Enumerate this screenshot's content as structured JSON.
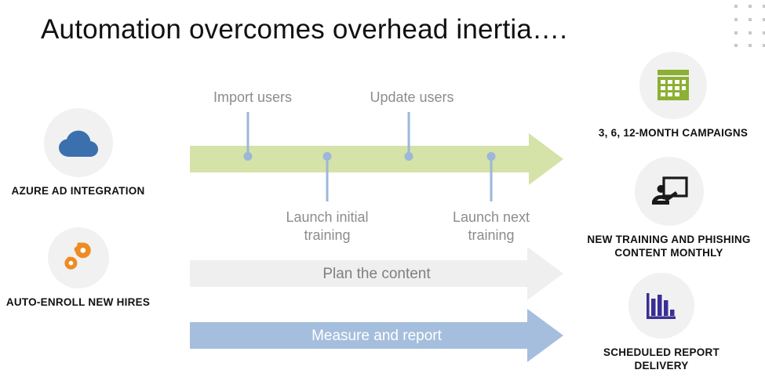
{
  "slide": {
    "title": "Automation overcomes overhead inertia…."
  },
  "decor": {
    "dot_grid": {
      "name": "dot-grid",
      "color": "#c8c8c8",
      "cols": 3,
      "rows": 4
    }
  },
  "left_features": [
    {
      "id": "azure",
      "icon": "cloud-icon",
      "icon_color": "#3b6fae",
      "circle_color": "#f1f1f1",
      "caption": "AZURE AD INTEGRATION"
    },
    {
      "id": "autoenroll",
      "icon": "gears-icon",
      "icon_color": "#ef8b23",
      "circle_color": "#f1f1f1",
      "caption": "AUTO-ENROLL NEW HIRES"
    }
  ],
  "right_features": [
    {
      "id": "campaigns",
      "icon": "calendar-icon",
      "icon_color": "#8cb033",
      "circle_color": "#f1f1f1",
      "caption": "3, 6, 12-MONTH CAMPAIGNS"
    },
    {
      "id": "training",
      "icon": "presentation-board-icon",
      "icon_color": "#1a1a1a",
      "circle_color": "#f1f1f1",
      "caption": "NEW TRAINING AND PHISHING\nCONTENT MONTHLY"
    },
    {
      "id": "reports",
      "icon": "bar-chart-icon",
      "icon_color": "#3b2f96",
      "circle_color": "#f1f1f1",
      "caption": "SCHEDULED REPORT\nDELIVERY"
    }
  ],
  "timeline": {
    "arrows": [
      {
        "id": "green",
        "label": "",
        "fill": "#d5e2a8",
        "text_color": "#7f7f7f"
      },
      {
        "id": "gray",
        "label": "Plan the content",
        "fill": "#efefef",
        "text_color": "#7f7f7f"
      },
      {
        "id": "blue",
        "label": "Measure and report",
        "fill": "#a5bedd",
        "text_color": "#ffffff"
      }
    ],
    "milestones": [
      {
        "id": "import-users",
        "label": "Import users",
        "position": "above",
        "marker_color": "#9db7d8"
      },
      {
        "id": "launch-initial-training",
        "label": "Launch initial\ntraining",
        "position": "below",
        "marker_color": "#9db7d8"
      },
      {
        "id": "update-users",
        "label": "Update users",
        "position": "above",
        "marker_color": "#9db7d8"
      },
      {
        "id": "launch-next-training",
        "label": "Launch next\ntraining",
        "position": "below",
        "marker_color": "#9db7d8"
      }
    ]
  }
}
